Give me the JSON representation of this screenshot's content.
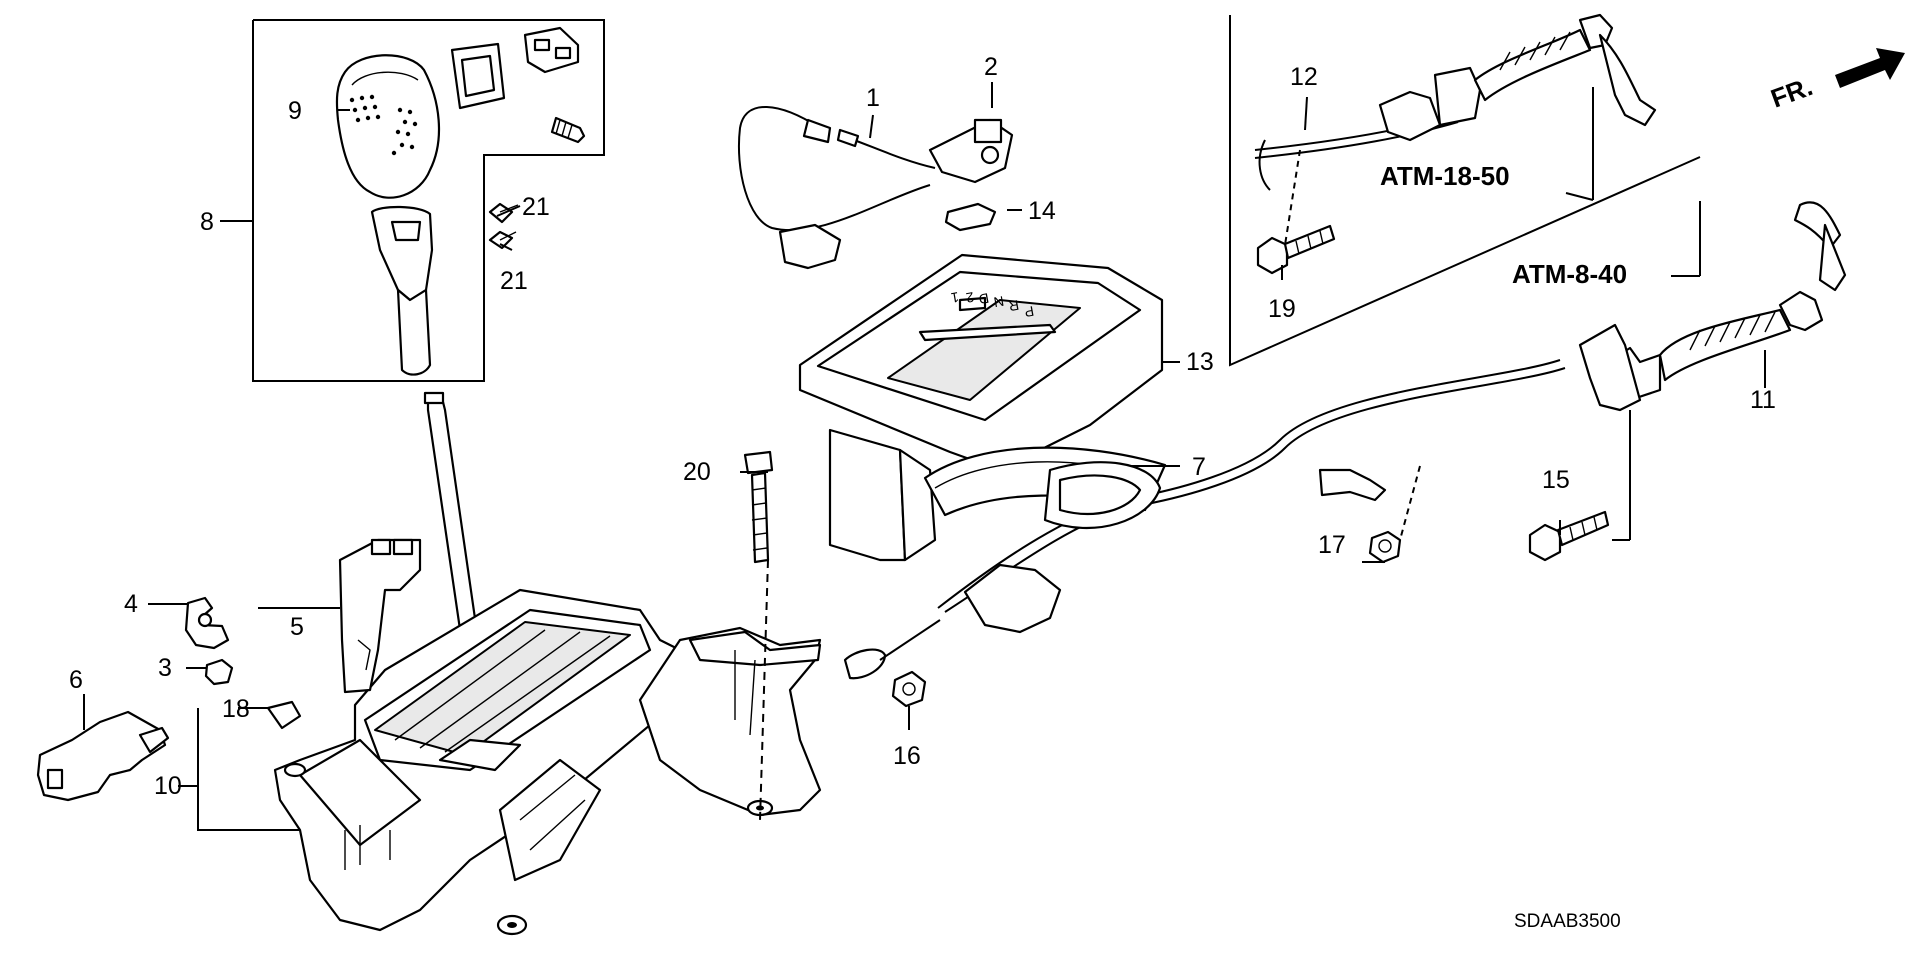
{
  "direction_label": "FR.",
  "diagram_code": "SDAAB3500",
  "references": {
    "atm_18_50": "ATM-18-50",
    "atm_8_40": "ATM-8-40"
  },
  "callouts": {
    "p1": "1",
    "p2": "2",
    "p3": "3",
    "p4": "4",
    "p5": "5",
    "p6": "6",
    "p7": "7",
    "p8": "8",
    "p9": "9",
    "p10": "10",
    "p11": "11",
    "p12": "12",
    "p13": "13",
    "p14": "14",
    "p15": "15",
    "p16": "16",
    "p17": "17",
    "p18": "18",
    "p19": "19",
    "p20": "20",
    "p21a": "21",
    "p21b": "21"
  },
  "indicator_letters": [
    "P",
    "R",
    "N",
    "D",
    "2",
    "1"
  ],
  "colors": {
    "ink": "#000000",
    "paper": "#ffffff",
    "shade": "#e9e9e9"
  }
}
